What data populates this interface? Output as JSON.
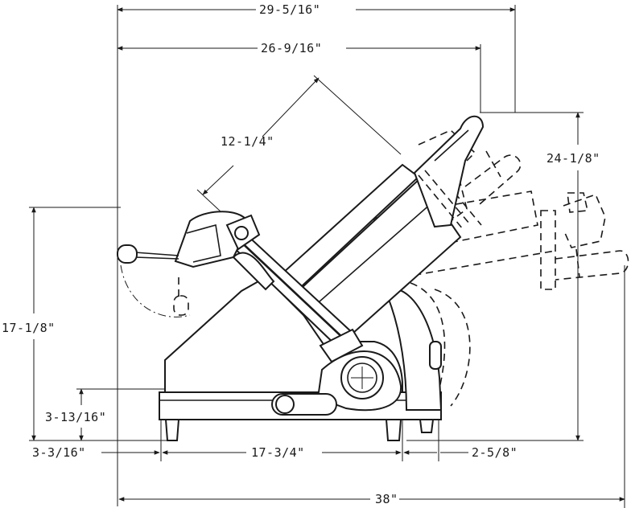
{
  "dimensions": {
    "overall_top_width": "29-5/16\"",
    "carriage_width": "26-9/16\"",
    "blade_arm": "12-1/4\"",
    "tilted_height": "24-1/8\"",
    "overall_height": "17-1/8\"",
    "base_height": "3-13/16\"",
    "left_offset": "3-3/16\"",
    "foot_spacing": "17-3/4\"",
    "right_offset": "2-5/8\"",
    "overall_depth": "38\""
  },
  "colors": {
    "ink": "#1a1a1a",
    "paper": "#ffffff"
  }
}
